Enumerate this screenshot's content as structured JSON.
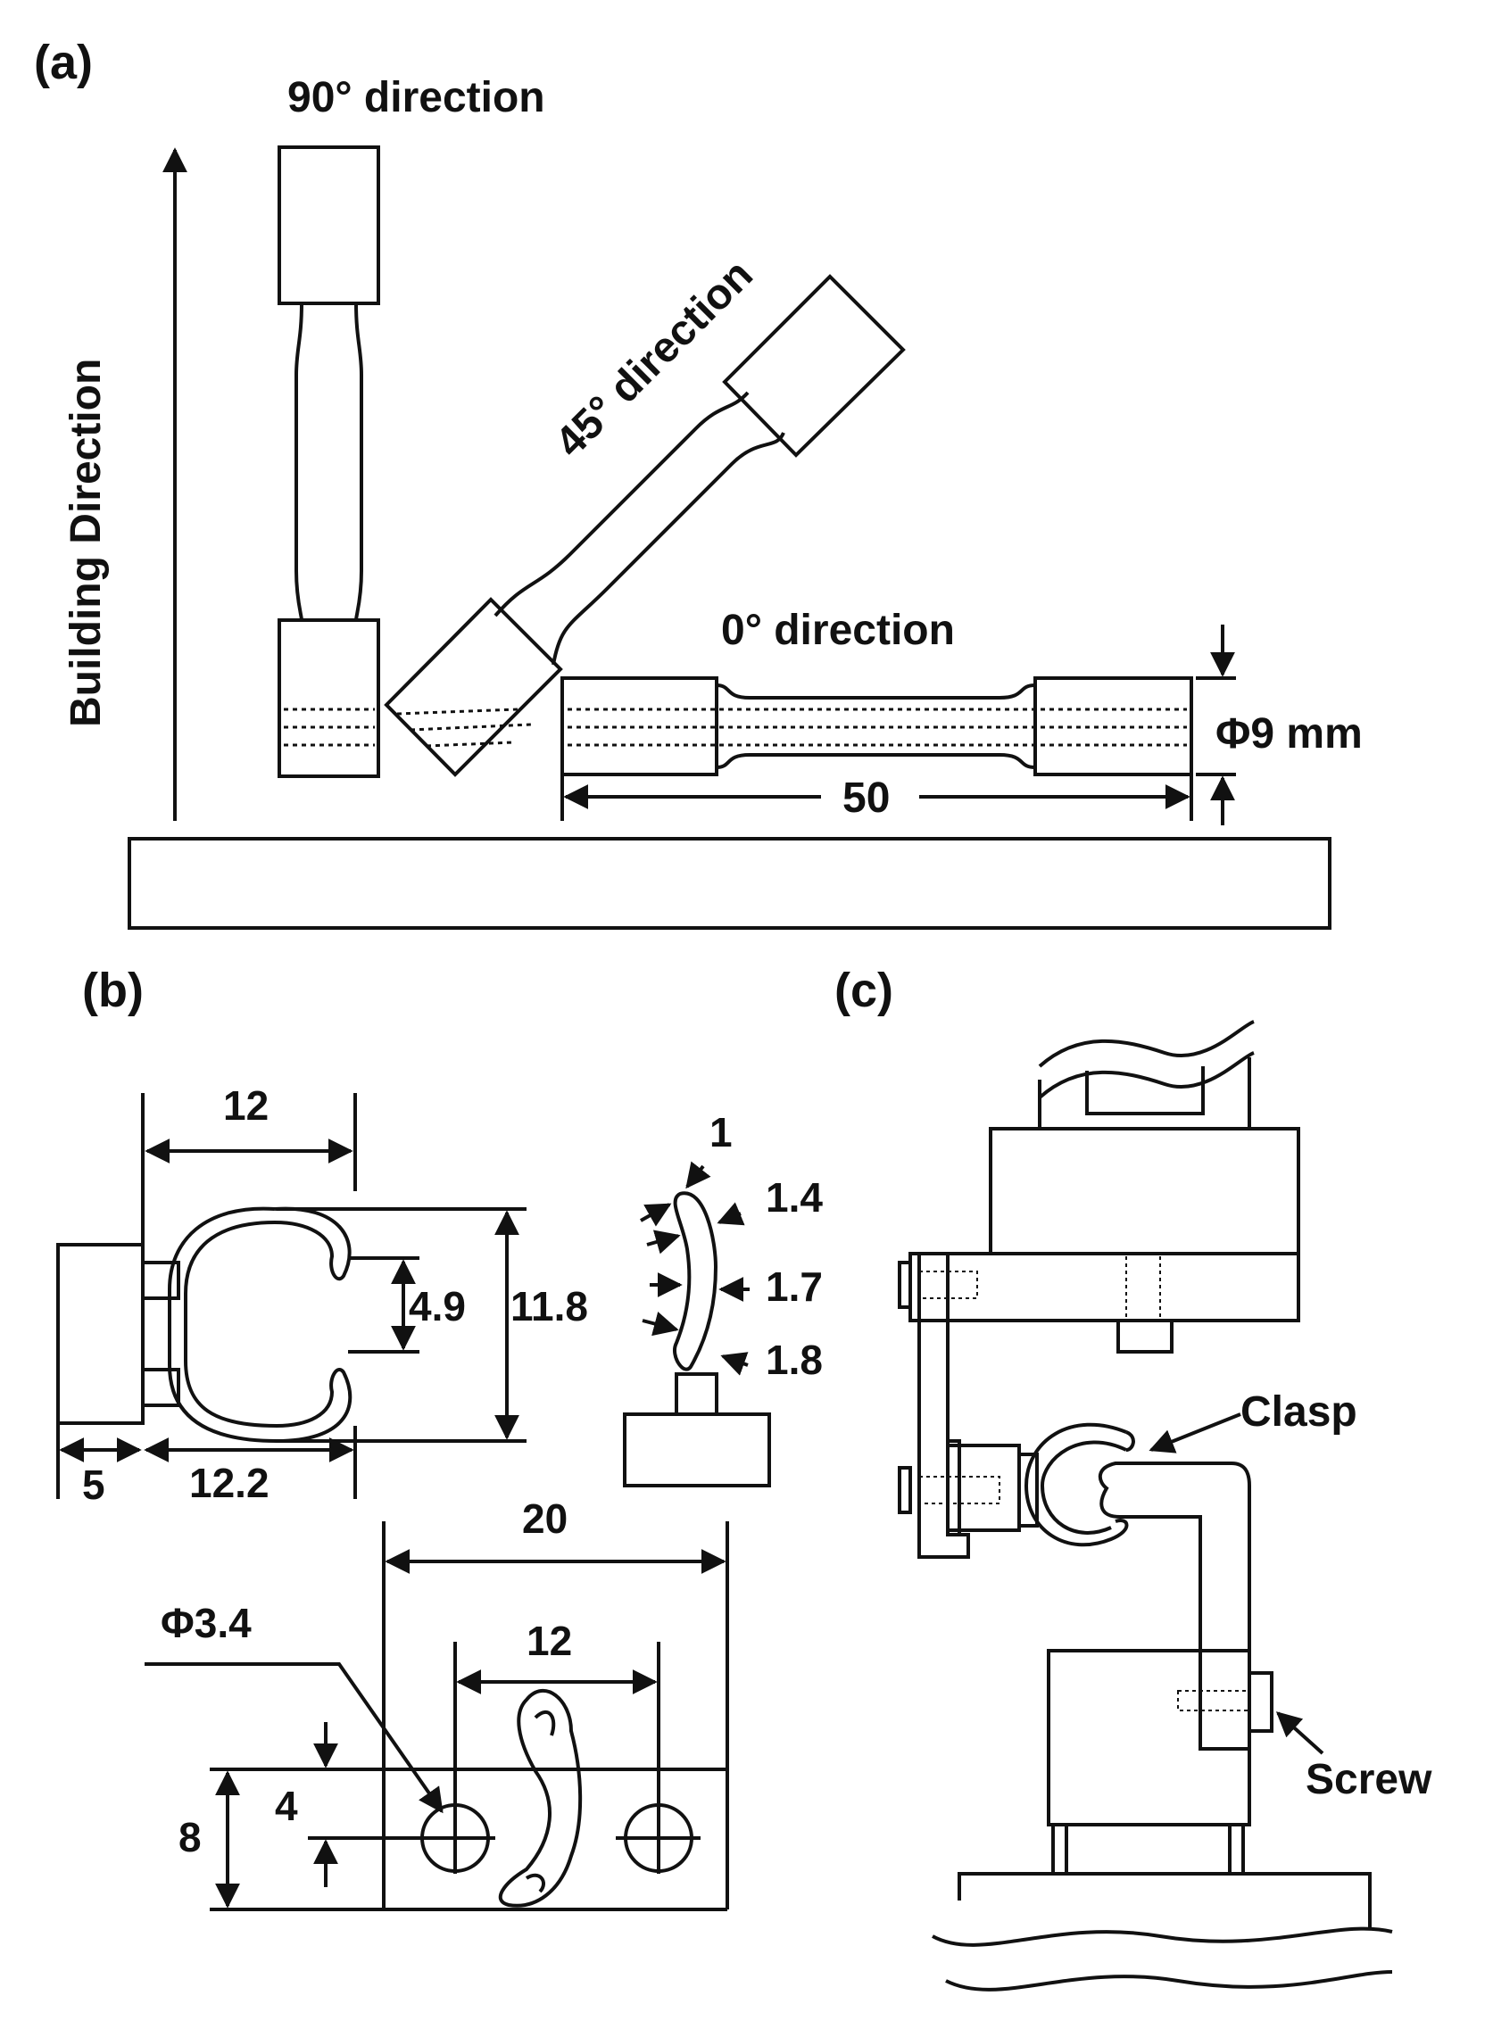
{
  "panels": {
    "a": {
      "label": "(a)",
      "building_direction": "Building Direction",
      "spec_90": "90° direction",
      "spec_45": "45° direction",
      "spec_0": "0° direction",
      "diameter": "Φ9 mm",
      "length": "50"
    },
    "b": {
      "label": "(b)",
      "dim_width_top": "12",
      "dim_opening": "4.9",
      "dim_height": "11.8",
      "dim_base": "5",
      "dim_width_bottom": "12.2",
      "thk_1": "1",
      "thk_2": "1.4",
      "thk_3": "1.7",
      "thk_4": "1.8",
      "plate_width": "20",
      "hole_spacing": "12",
      "hole_diameter": "Φ3.4",
      "plate_height": "8",
      "hole_offset": "4"
    },
    "c": {
      "label": "(c)",
      "clasp": "Clasp",
      "screw": "Screw"
    }
  }
}
